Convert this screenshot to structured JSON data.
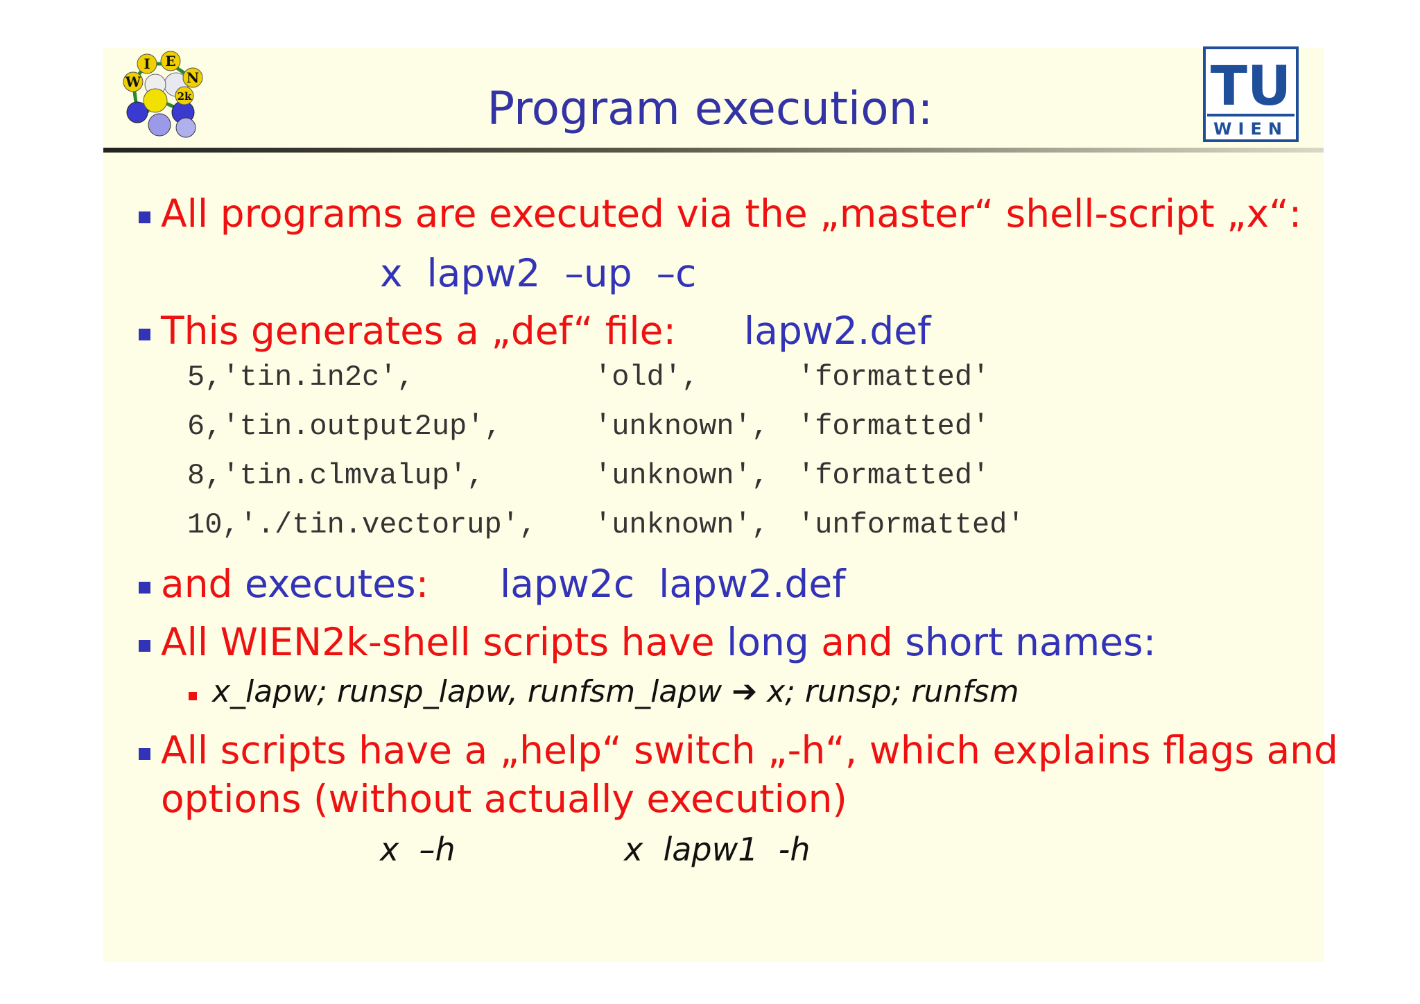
{
  "slide": {
    "title": "Program execution:",
    "logos": {
      "wien2k": {
        "letters": [
          "I",
          "E",
          "W",
          "N",
          "2k"
        ],
        "icon": "wien2k-atoms-logo"
      },
      "tu": {
        "top": "TU",
        "bottom": "WIEN",
        "icon": "tu-wien-logo"
      }
    },
    "colors": {
      "text_red": "#ee1111",
      "text_blue": "#3333b8",
      "title": "#3333a6",
      "background": "#fefee6"
    }
  },
  "b1": {
    "text": "All programs are executed via the „master“ shell-script „x“:",
    "cmd": "x  lapw2  –up  –c"
  },
  "b2": {
    "text": "This generates a „def“ file:",
    "file": "lapw2.def",
    "code": [
      {
        "a": "5,'tin.in2c',",
        "b": "'old',",
        "c": "'formatted'"
      },
      {
        "a": "6,'tin.output2up',",
        "b": "'unknown',",
        "c": "'formatted'"
      },
      {
        "a": "8,'tin.clmvalup',",
        "b": "'unknown',",
        "c": "'formatted'"
      },
      {
        "a": "10,'./tin.vectorup',",
        "b": "'unknown',",
        "c": "'unformatted'"
      }
    ]
  },
  "b3": {
    "and": "and",
    "executes": " executes",
    "colon": ":",
    "cmd": "lapw2c  lapw2.def"
  },
  "b4": {
    "p1": "All WIEN2k-shell scripts ",
    "p2": "have",
    "p3": " long ",
    "p4": "and",
    "p5": " short names:",
    "sub_left": "x_lapw; runsp_lapw, runfsm_lapw",
    "arrow": "➔",
    "sub_right": "x; runsp; runfsm"
  },
  "b5": {
    "line1": "All scripts have a „help“ switch „-h“, which explains flags and",
    "line2": "options (without actually execution)",
    "ex1": "x  –h",
    "ex2": "x  lapw1  -h"
  }
}
